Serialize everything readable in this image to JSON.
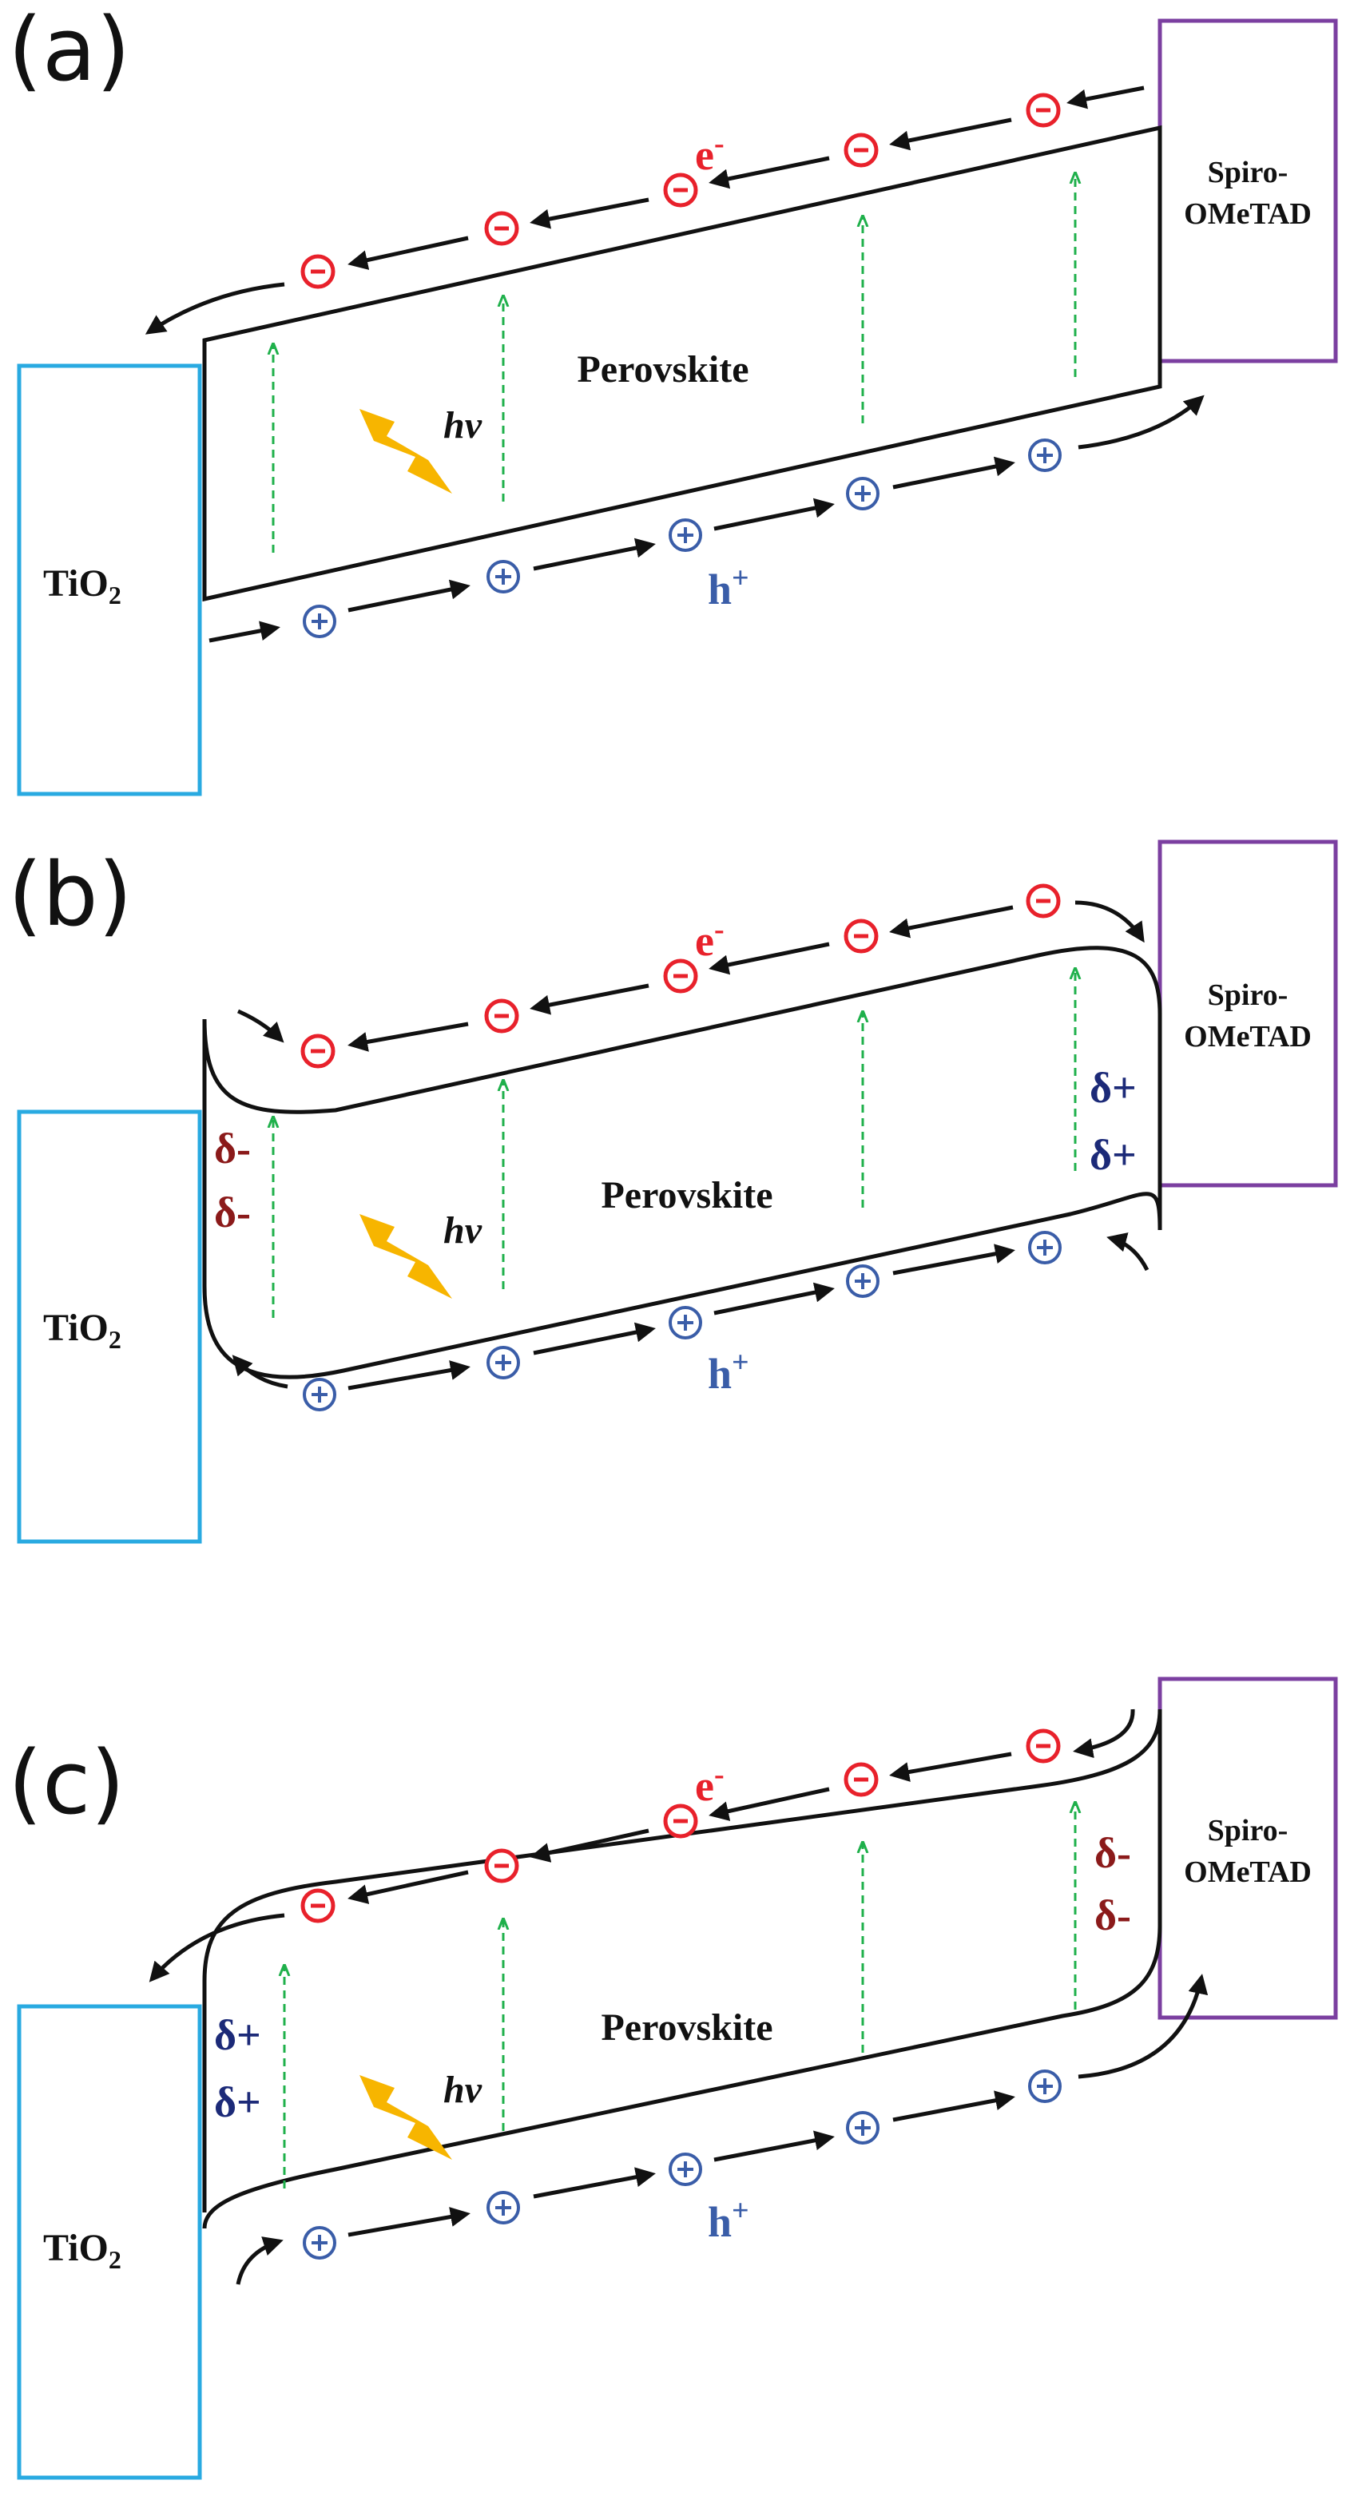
{
  "panels": [
    {
      "label": "(a)",
      "tio2_label": "TiO",
      "tio2_sub": "2",
      "spiro_line1": "Spiro-",
      "spiro_line2": "OMeTAD",
      "perovskite_label": "Perovskite",
      "hv_label": "hv",
      "electron_label": "e",
      "electron_sup": "-",
      "hole_label": "h",
      "hole_sup": "+"
    },
    {
      "label": "(b)",
      "tio2_label": "TiO",
      "tio2_sub": "2",
      "spiro_line1": "Spiro-",
      "spiro_line2": "OMeTAD",
      "perovskite_label": "Perovskite",
      "hv_label": "hv",
      "electron_label": "e",
      "electron_sup": "-",
      "hole_label": "h",
      "hole_sup": "+",
      "left_charges": [
        "δ-",
        "δ-"
      ],
      "right_charges": [
        "δ+",
        "δ+"
      ]
    },
    {
      "label": "(c)",
      "tio2_label": "TiO",
      "tio2_sub": "2",
      "spiro_line1": "Spiro-",
      "spiro_line2": "OMeTAD",
      "perovskite_label": "Perovskite",
      "hv_label": "hv",
      "electron_label": "e",
      "electron_sup": "-",
      "hole_label": "h",
      "hole_sup": "+",
      "left_charges": [
        "δ+",
        "δ+"
      ],
      "right_charges": [
        "δ-",
        "δ-"
      ]
    }
  ],
  "colors": {
    "tio2_box": "#29aae1",
    "spiro_box": "#7b3fa0",
    "electron": "#e8212b",
    "hole": "#3a5da8",
    "excitation_arrow": "#1fb04b",
    "light": "#f7b500",
    "delta_plus": "#1c2a78",
    "delta_minus": "#8b1a1a"
  },
  "icons": {
    "electron": "circled-minus-icon",
    "hole": "circled-plus-icon",
    "light": "lightning-bolt-icon"
  }
}
